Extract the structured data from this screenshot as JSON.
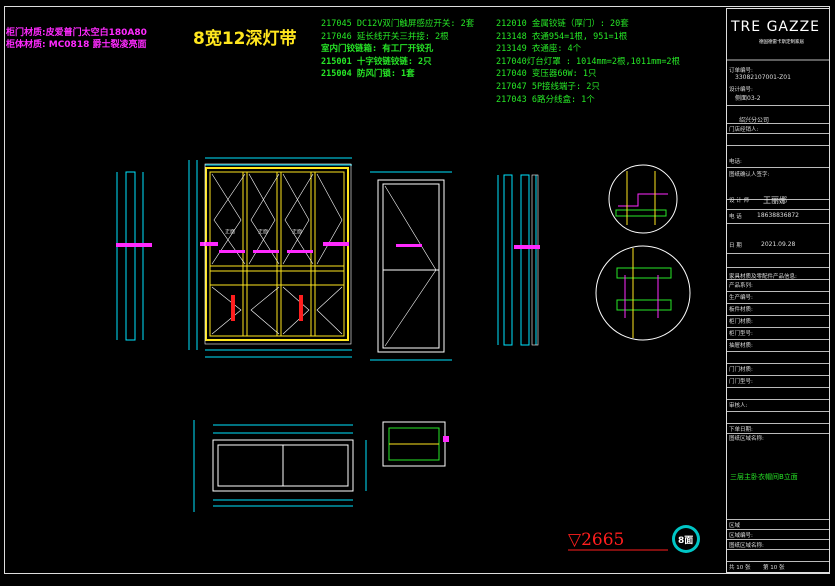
{
  "header": {
    "material_notes": [
      "柜门材质:皮爱普门太空白180A80",
      "柜体材质: MC0818 爵士裂凌亮面"
    ],
    "title": "8宽12深灯带"
  },
  "specs": {
    "col1": [
      "217045 DC12V双门触屏感应开关: 2套",
      "217046 延长线开关三并接: 2根",
      "室内门铰链箱: 有工厂开铰孔",
      "215001 十字铰链铰链: 2只",
      "215004 防风门锁: 1套"
    ],
    "col2": [
      "212010 金属铰链（厚门）: 20套",
      "213148 衣通954=1根, 951=1根",
      "213149 衣通座: 4个",
      "217040灯台灯罩 : 1014mm=2根,1011mm=2根",
      "217040 变压器60W: 1只",
      "217047 5P接线端子: 2只",
      "217043 6路分线盒: 1个"
    ]
  },
  "title_block": {
    "logo": "TRE GAZZE",
    "logo_sub": "德国德雷卡斯定制家居",
    "order_label": "订单编号:",
    "order_no": "33082107001-Z01",
    "design_no_label": "设计编号:",
    "design_no": "侧面03-2",
    "company": "绍兴分公司",
    "labels_top": [
      "门店经销人:",
      "",
      "电话:"
    ],
    "signature_label": "图纸确认人签字:",
    "designer_label": "设 计 师",
    "designer": "王丽娜",
    "phone_label": "电 话",
    "phone": "18638836872",
    "date_label": "日 期",
    "date": "2021.09.28",
    "fields_label": "家具材质及零配件产品信息:",
    "fields": [
      "产品系列:",
      "生产编号:",
      "板件材质:",
      "柜门材质:",
      "柜门型号:",
      "抽屉材质:",
      "",
      "门门材质:",
      "门门型号:",
      "",
      "审核人:",
      "",
      "下单日期:"
    ],
    "drawing_name_label": "图纸区域名称:",
    "room": "三层主卧衣帽间B立面",
    "bottom_labels": [
      "区域",
      "区域编号:",
      "图纸区域名称:",
      "共 10 张",
      "第 10 张"
    ]
  },
  "drawing": {
    "front_label": "正面",
    "elevation": "▽2665",
    "badge": "8面"
  },
  "colors": {
    "cyan": "#00e5ff",
    "magenta": "#ff2aff",
    "yellow": "#ffe61e",
    "green": "#27e827",
    "red": "#ff1e1e"
  }
}
